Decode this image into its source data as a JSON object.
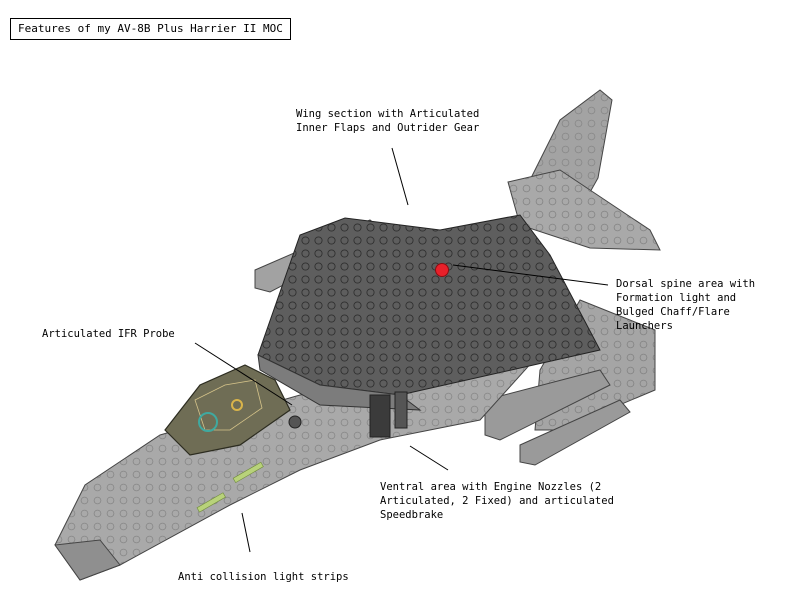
{
  "title": "Features of my AV-8B Plus Harrier II MOC",
  "callouts": {
    "wing": [
      "Wing section with Articulated",
      "Inner Flaps and Outrider Gear"
    ],
    "ifr": [
      "Articulated IFR Probe"
    ],
    "dorsal": [
      "Dorsal spine area with",
      "Formation light and",
      "Bulged Chaff/Flare",
      "Launchers"
    ],
    "ventral": [
      "Ventral area with Engine Nozzles (2",
      "Articulated, 2 Fixed) and articulated",
      "Speedbrake"
    ],
    "anticollision": [
      "Anti collision light strips"
    ]
  },
  "colors": {
    "body": "#a9a9a9",
    "body_dark": "#7c7c7c",
    "top_dark": "#5e5e5e",
    "canopy": "#6f6d55",
    "formation_light": "#e8202a",
    "light_strip": "#b8d27a"
  }
}
